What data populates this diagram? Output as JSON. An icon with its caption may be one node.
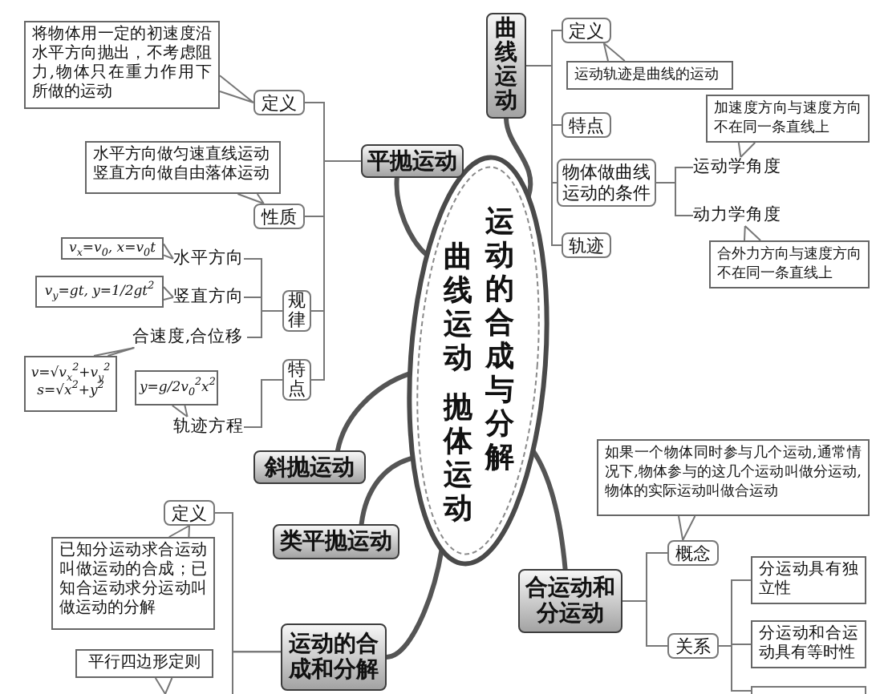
{
  "diagram": {
    "nodes": [
      {
        "text": [
          "曲线运动",
          "抛体运动",
          "运动的合成与分解"
        ]
      },
      {
        "text": [
          "曲线运动"
        ]
      },
      {
        "text": [
          "定义"
        ]
      },
      {
        "text": [
          "运动轨迹是曲线的运动"
        ]
      },
      {
        "text": [
          "特点"
        ]
      },
      {
        "text": [
          "物体做曲线运动的条件"
        ]
      },
      {
        "text": [
          "运动学角度"
        ]
      },
      {
        "text": [
          "加速度方向与速度方向不在同一条直线上"
        ]
      },
      {
        "text": [
          "动力学角度"
        ]
      },
      {
        "text": [
          "合外力方向与速度方向不在同一条直线上"
        ]
      },
      {
        "text": [
          "轨迹"
        ]
      },
      {
        "text": [
          "平抛运动"
        ]
      },
      {
        "text": [
          "定义"
        ]
      },
      {
        "text": [
          "将物体用一定的初速度沿水平方向抛出，不考虑阻力,物体只在重力作用下所做的运动"
        ]
      },
      {
        "text": [
          "性质"
        ]
      },
      {
        "text": [
          "水平方向做匀速直线运动",
          "竖直方向做自由落体运动"
        ]
      },
      {
        "text": [
          "规律"
        ]
      },
      {
        "text": [
          "水平方向"
        ]
      },
      {
        "text": [
          "v$_{x}$=v$_{0}$, x=v$_{0}$t"
        ]
      },
      {
        "text": [
          "竖直方向"
        ]
      },
      {
        "text": [
          "v$_{y}$=gt, y=1/2gt$^{2}$"
        ]
      },
      {
        "text": [
          "合速度,合位移"
        ]
      },
      {
        "text": [
          "v=√v$_{x}$$^{2}$+v$_{y}$$^{2}$",
          "s=√x$^{2}$+y$^{2}$"
        ]
      },
      {
        "text": [
          "特点"
        ]
      },
      {
        "text": [
          "轨迹方程"
        ]
      },
      {
        "text": [
          "y=g/2v$_{0}$$^{2}$x$^{2}$"
        ]
      },
      {
        "text": [
          "斜抛运动"
        ]
      },
      {
        "text": [
          "类平抛运动"
        ]
      },
      {
        "text": [
          "运动的合成和分解"
        ]
      },
      {
        "text": [
          "定义"
        ]
      },
      {
        "text": [
          "已知分运动求合运动叫做运动的合成；已知合运动求分运动叫做运动的分解"
        ]
      },
      {
        "text": [
          "平行四边形定则"
        ]
      },
      {
        "text": [
          "合运动和分运动"
        ]
      },
      {
        "text": [
          "如果一个物体同时参与几个运动,通常情况下,物体参与的这几个运动叫做分运动,物体的实际运动叫做合运动"
        ]
      },
      {
        "text": [
          "概念"
        ]
      },
      {
        "text": [
          "关系"
        ]
      },
      {
        "text": [
          "分运动具有独立性"
        ]
      },
      {
        "text": [
          "分运动和合运动具有等时性"
        ]
      },
      {
        "text": [],
        "shape": "box"
      }
    ],
    "edges": [
      {
        "from": 0,
        "to": 1,
        "arrow": "none",
        "style": "thick"
      },
      {
        "from": 0,
        "to": 11,
        "arrow": "none",
        "style": "thick"
      },
      {
        "from": 0,
        "to": 26,
        "arrow": "none",
        "style": "thick"
      },
      {
        "from": 0,
        "to": 27,
        "arrow": "none",
        "style": "thick"
      },
      {
        "from": 0,
        "to": 28,
        "arrow": "none",
        "style": "thick"
      },
      {
        "from": 0,
        "to": 32,
        "arrow": "none",
        "style": "thick"
      },
      {
        "from": 1,
        "to": 2,
        "arrow": "none"
      },
      {
        "from": 2,
        "to": 3,
        "arrow": "none"
      },
      {
        "from": 1,
        "to": 4,
        "arrow": "none"
      },
      {
        "from": 1,
        "to": 5,
        "arrow": "none"
      },
      {
        "from": 5,
        "to": 6,
        "arrow": "none"
      },
      {
        "from": 6,
        "to": 7,
        "arrow": "none"
      },
      {
        "from": 5,
        "to": 8,
        "arrow": "none"
      },
      {
        "from": 8,
        "to": 9,
        "arrow": "none"
      },
      {
        "from": 1,
        "to": 10,
        "arrow": "none"
      },
      {
        "from": 11,
        "to": 12,
        "arrow": "none"
      },
      {
        "from": 12,
        "to": 13,
        "arrow": "none"
      },
      {
        "from": 11,
        "to": 14,
        "arrow": "none"
      },
      {
        "from": 14,
        "to": 15,
        "arrow": "none"
      },
      {
        "from": 11,
        "to": 16,
        "arrow": "none"
      },
      {
        "from": 16,
        "to": 17,
        "arrow": "none"
      },
      {
        "from": 17,
        "to": 18,
        "arrow": "none"
      },
      {
        "from": 16,
        "to": 19,
        "arrow": "none"
      },
      {
        "from": 19,
        "to": 20,
        "arrow": "none"
      },
      {
        "from": 16,
        "to": 21,
        "arrow": "none"
      },
      {
        "from": 21,
        "to": 22,
        "arrow": "none"
      },
      {
        "from": 11,
        "to": 23,
        "arrow": "none"
      },
      {
        "from": 23,
        "to": 24,
        "arrow": "none"
      },
      {
        "from": 24,
        "to": 25,
        "arrow": "none"
      },
      {
        "from": 28,
        "to": 29,
        "arrow": "none"
      },
      {
        "from": 29,
        "to": 30,
        "arrow": "none"
      },
      {
        "from": 28,
        "to": null,
        "arrow": "none"
      },
      {
        "from": 31,
        "to": null,
        "arrow": "none"
      },
      {
        "from": 32,
        "to": 34,
        "arrow": "none"
      },
      {
        "from": 34,
        "to": 33,
        "arrow": "none"
      },
      {
        "from": 32,
        "to": 35,
        "arrow": "none"
      },
      {
        "from": 35,
        "to": 36,
        "arrow": "none"
      },
      {
        "from": 35,
        "to": 37,
        "arrow": "none"
      },
      {
        "from": 35,
        "to": 38,
        "arrow": "none"
      }
    ]
  }
}
